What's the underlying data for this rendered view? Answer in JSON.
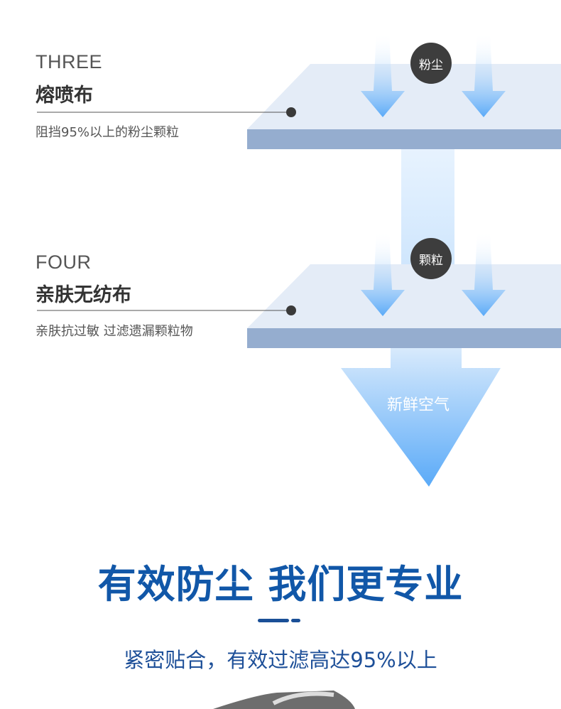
{
  "layers": [
    {
      "en": "THREE",
      "title": "熔喷布",
      "desc": "阻挡95%以上的粉尘颗粒",
      "badge": "粉尘"
    },
    {
      "en": "FOUR",
      "title": "亲肤无纺布",
      "desc": "亲肤抗过敏 过滤遗漏颗粒物",
      "badge": "颗粒"
    }
  ],
  "output_arrow_label": "新鲜空气",
  "headline": "有效防尘 我们更专业",
  "subheadline": "紧密贴合，有效过滤高达95%以上",
  "colors": {
    "accent": "#1157a8",
    "layer_top": "#e4ecf7",
    "layer_side": "#95adcf",
    "arrow": "#5aaaf8"
  }
}
